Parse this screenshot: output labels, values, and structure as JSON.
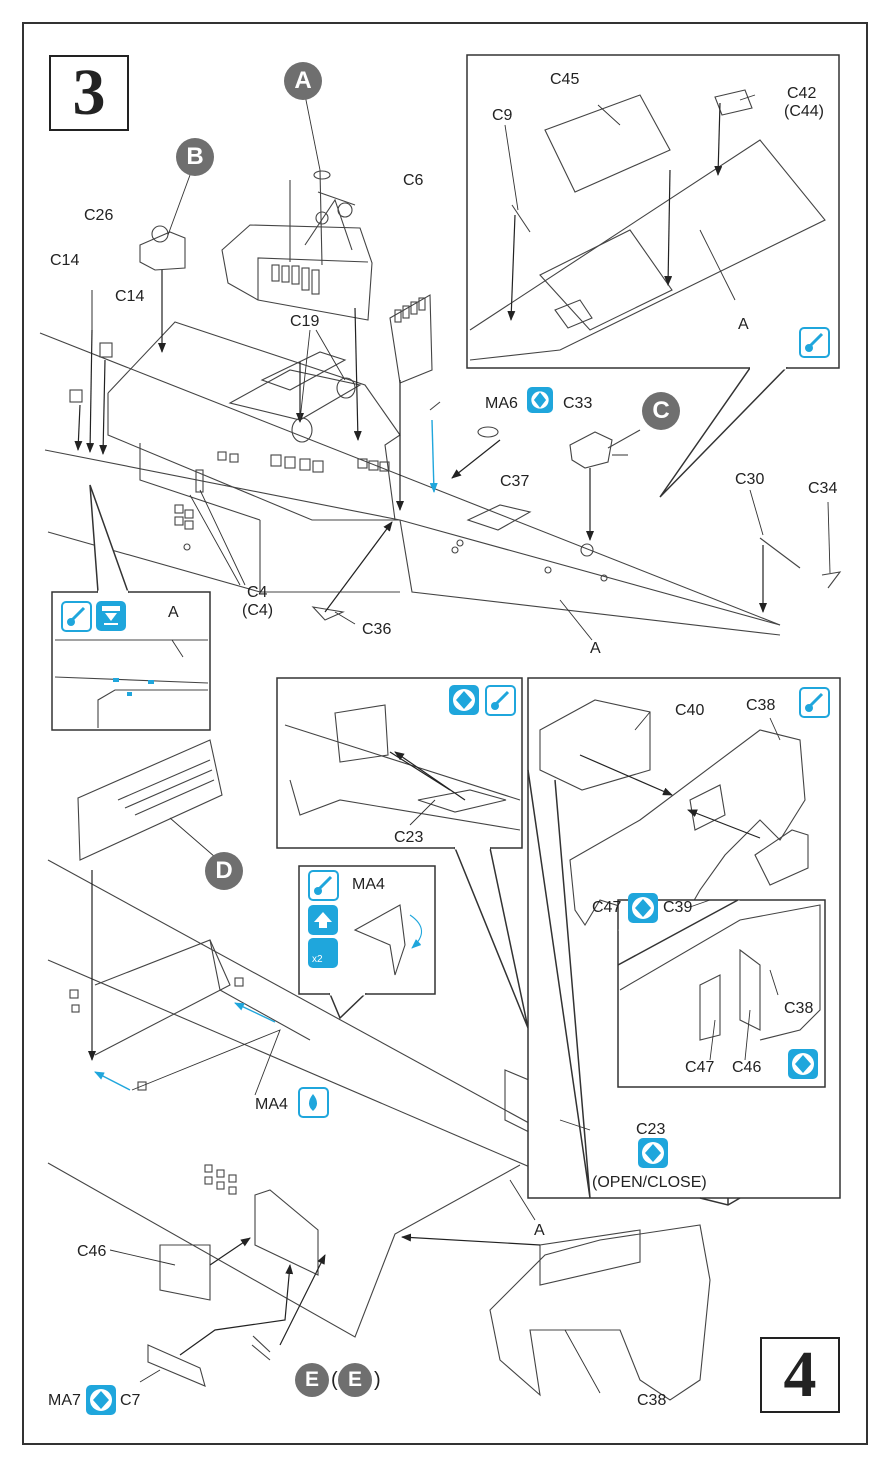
{
  "steps": {
    "step3": "3",
    "step4": "4"
  },
  "subassemblies": {
    "a": "A",
    "b": "B",
    "c": "C",
    "d": "D",
    "e": "E",
    "e_paren_open": "(",
    "e_paren_close": ")"
  },
  "labels": {
    "c45": "C45",
    "c42": "C42",
    "c44": "(C44)",
    "c9": "C9",
    "a_inset1": "A",
    "c6": "C6",
    "c26": "C26",
    "c14_a": "C14",
    "c14_b": "C14",
    "c19": "C19",
    "ma6": "MA6",
    "c33": "C33",
    "c37": "C37",
    "c30": "C30",
    "c34": "C34",
    "c4": "C4",
    "c4_paren": "(C4)",
    "c36": "C36",
    "a_hull_top": "A",
    "a_inset_left": "A",
    "c23_inset": "C23",
    "ma4_inset": "MA4",
    "c40": "C40",
    "c38_top": "C38",
    "c47_top": "C47",
    "c39": "C39",
    "c38_mid": "C38",
    "c47_b": "C47",
    "c46_b": "C46",
    "ma4_main": "MA4",
    "c23_main": "C23",
    "open_close": "(OPEN/CLOSE)",
    "a_hull_bottom": "A",
    "c46_main": "C46",
    "c38_bottom": "C38",
    "ma7": "MA7",
    "c7": "C7"
  },
  "icons": {
    "paint_icon_color": "#1fa6dc",
    "names": [
      "paint-icon",
      "glue-icon",
      "choose-icon",
      "sand-icon",
      "assemble-icon",
      "repeat-x2-icon",
      "decal-drop-icon"
    ],
    "repeat_text": "x2"
  }
}
